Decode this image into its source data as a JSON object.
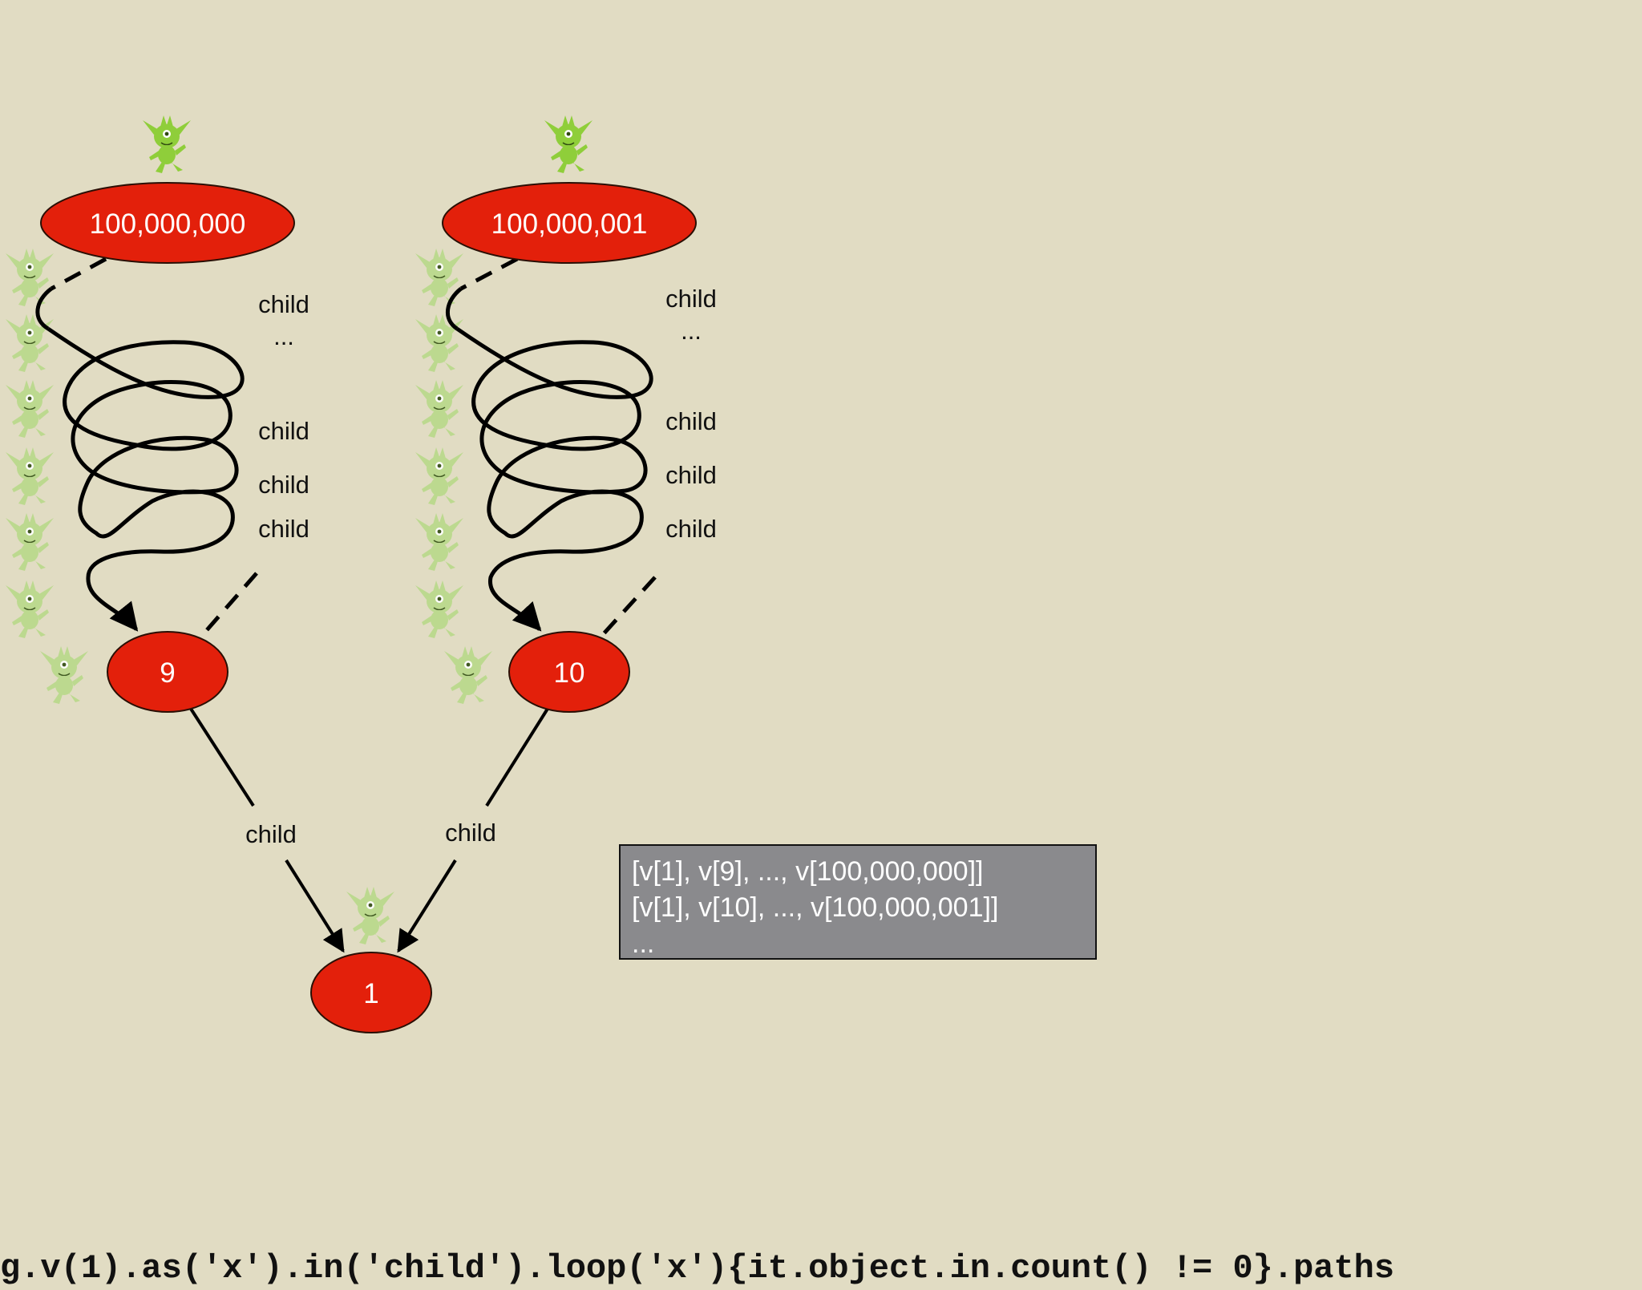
{
  "nodes": {
    "top_left": "100,000,000",
    "top_right": "100,000,001",
    "mid_left": "9",
    "mid_right": "10",
    "bottom": "1"
  },
  "edge_labels": {
    "left_column": [
      "child",
      "...",
      "child",
      "child",
      "child"
    ],
    "right_column": [
      "child",
      "...",
      "child",
      "child",
      "child"
    ],
    "left_lower": "child",
    "right_lower": "child"
  },
  "results": {
    "lines": [
      "[v[1], v[9], ..., v[100,000,000]]",
      "[v[1], v[10], ..., v[100,000,001]]",
      "..."
    ]
  },
  "query": "g.v(1).as('x').in('child').loop('x'){it.object.in.count() != 0}.paths",
  "icons": {
    "walker": "gremlin-icon"
  },
  "colors": {
    "background": "#e1dcc3",
    "node_fill": "#e3200b",
    "node_stroke": "#2a0f05",
    "gremlin_solid": "#8fce3a",
    "gremlin_faded": "#b8d98a",
    "result_box": "#8a8a8d"
  }
}
